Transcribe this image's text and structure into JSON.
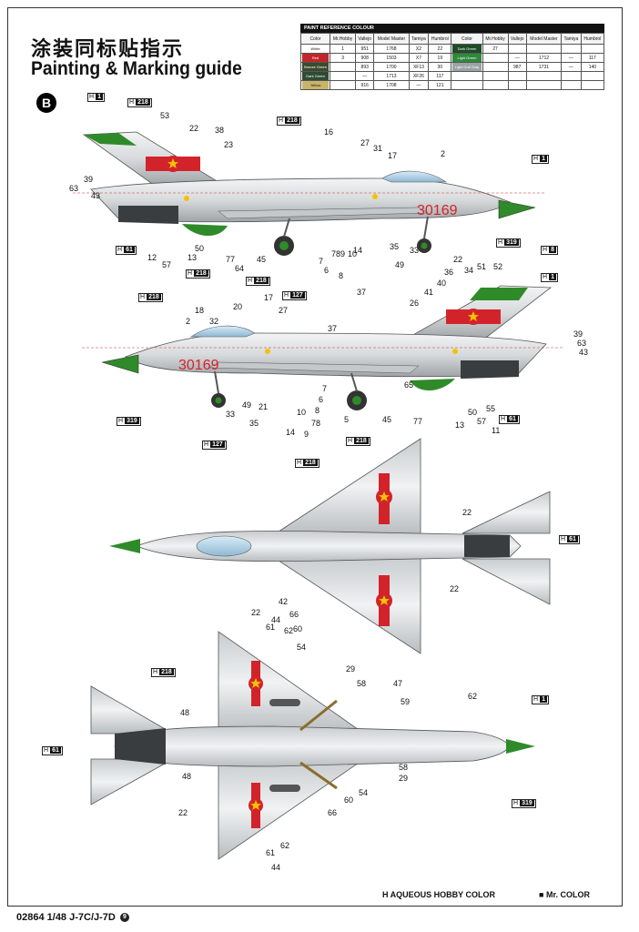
{
  "header": {
    "title_cn": "涂装同标贴指示",
    "title_en": "Painting & Marking guide",
    "scheme_badge": "B"
  },
  "table": {
    "caption": "PAINT REFERENCE COLOUR",
    "headers": [
      "Color",
      "Mr.Hobby",
      "Vallejo",
      "Model Master",
      "Tamiya",
      "Humbrol",
      "Color",
      "Mr.Hobby",
      "Vallejo",
      "Model Master",
      "Tamiya",
      "Humbrol"
    ],
    "rows": [
      {
        "left": {
          "color": "White",
          "swatch": "#ffffff",
          "mrhobby": "1",
          "vallejo": "951",
          "modelmaster": "1768",
          "tamiya": "X2",
          "humbrol": "22"
        },
        "right": {
          "color": "Dark Green",
          "swatch": "#1f4b2a",
          "mrhobby": "27",
          "vallejo": "",
          "modelmaster": "",
          "tamiya": "",
          "humbrol": ""
        }
      },
      {
        "left": {
          "color": "Red",
          "swatch": "#c0262b",
          "mrhobby": "3",
          "vallejo": "908",
          "modelmaster": "1503",
          "tamiya": "X7",
          "humbrol": "19"
        },
        "right": {
          "color": "Light Green",
          "swatch": "#2e8a3a",
          "mrhobby": "",
          "vallejo": "—",
          "modelmaster": "1712",
          "tamiya": "—",
          "humbrol": "117"
        }
      },
      {
        "left": {
          "color": "Bronze Green",
          "swatch": "#3c4a2c",
          "mrhobby": "",
          "vallejo": "893",
          "modelmaster": "1700",
          "tamiya": "XF13",
          "humbrol": "30"
        },
        "right": {
          "color": "Light Gull Gray",
          "swatch": "#9aa3a6",
          "mrhobby": "",
          "vallejo": "987",
          "modelmaster": "1731",
          "tamiya": "—",
          "humbrol": "140"
        }
      },
      {
        "left": {
          "color": "Dark Green",
          "swatch": "#2f4a35",
          "mrhobby": "",
          "vallejo": "—",
          "modelmaster": "1713",
          "tamiya": "XF26",
          "humbrol": "117"
        },
        "right": {
          "color": "",
          "swatch": "",
          "mrhobby": "",
          "vallejo": "",
          "modelmaster": "",
          "tamiya": "",
          "humbrol": ""
        }
      },
      {
        "left": {
          "color": "Yellow",
          "swatch": "#c9b56a",
          "mrhobby": "",
          "vallejo": "916",
          "modelmaster": "1708",
          "tamiya": "—",
          "humbrol": "121"
        },
        "right": {
          "color": "",
          "swatch": "",
          "mrhobby": "",
          "vallejo": "",
          "modelmaster": "",
          "tamiya": "",
          "humbrol": ""
        }
      }
    ]
  },
  "codes": {
    "h1": "1",
    "h8": "8",
    "h27": "27",
    "h218": "218",
    "h319": "319",
    "h127": "127",
    "h61": "61"
  },
  "aircraft": {
    "serial": "30169",
    "callouts_side1": [
      "53",
      "22",
      "38",
      "23",
      "16",
      "27",
      "31",
      "17",
      "2",
      "39",
      "63",
      "43",
      "12",
      "57",
      "13",
      "50",
      "77",
      "64",
      "45",
      "7",
      "6",
      "78",
      "9",
      "10",
      "8",
      "14",
      "35",
      "33",
      "49"
    ],
    "callouts_side2": [
      "2",
      "18",
      "32",
      "20",
      "17",
      "27",
      "37",
      "37",
      "26",
      "41",
      "40",
      "36",
      "22",
      "34",
      "51",
      "52",
      "39",
      "63",
      "43",
      "33",
      "49",
      "21",
      "10",
      "35",
      "14",
      "9",
      "78",
      "8",
      "6",
      "7",
      "5",
      "45",
      "65",
      "77",
      "13",
      "50",
      "57",
      "55",
      "11"
    ],
    "callouts_top": [
      "22",
      "22",
      "42"
    ],
    "callouts_bottom": [
      "22",
      "44",
      "66",
      "61",
      "62",
      "60",
      "54",
      "29",
      "58",
      "47",
      "59",
      "62",
      "48",
      "48",
      "58",
      "29",
      "60",
      "54",
      "22",
      "66",
      "61",
      "62",
      "44"
    ]
  },
  "legend": {
    "aqueous": "AQUEOUS HOBBY COLOR",
    "mrcolor": "Mr. COLOR",
    "aqueous_prefix": "H",
    "mrcolor_prefix": "■"
  },
  "footer": {
    "code": "02864 1/48  J-7C/J-7D",
    "page": "9"
  },
  "colors": {
    "green": "#3b8b2f",
    "red": "#d3232a",
    "star_yellow": "#f2c400",
    "metal": "#d9dcde"
  }
}
